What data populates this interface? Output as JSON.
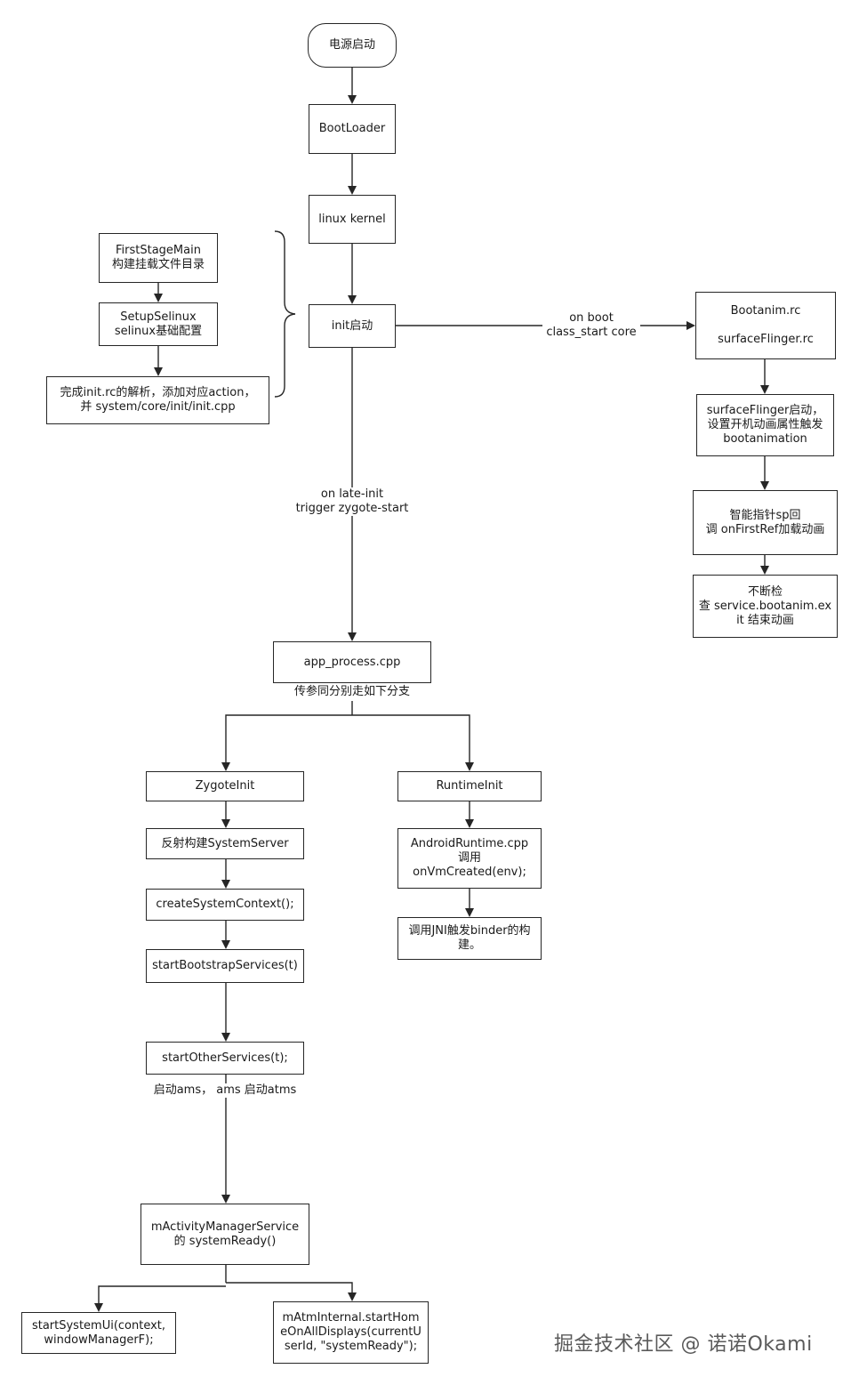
{
  "nodes": {
    "power_on": "电源启动",
    "bootloader": "BootLoader",
    "linux_kernel": "linux kernel",
    "init": "init启动",
    "first_stage": "FirstStageMain\n构建挂载文件目录",
    "setup_selinux": "SetupSelinux\nselinux基础配置",
    "parse_init_rc": "完成init.rc的解析，添加对应action，\n并 system/core/init/init.cpp",
    "bootanim_rc": "Bootanim.rc\n\nsurfaceFlinger.rc",
    "surfaceflinger_start": "surfaceFlinger启动，\n设置开机动画属性触发\nbootanimation",
    "smart_pointer": "智能指针sp回\n调 onFirstRef加载动画",
    "check_exit": "不断检\n查 service.bootanim.ex\nit 结束动画",
    "app_process": "app_process.cpp",
    "zygote_init": "ZygoteInit",
    "runtime_init": "RuntimeInit",
    "reflect_system_server": "反射构建SystemServer",
    "android_runtime": "AndroidRuntime.cpp\n调用\nonVmCreated(env);",
    "create_system_context": "createSystemContext();",
    "jni_binder": "调用JNI触发binder的构\n建。",
    "start_bootstrap": "startBootstrapServices(t)",
    "start_other": "startOtherServices(t);",
    "ams_system_ready": "mActivityManagerService\n的 systemReady()",
    "start_system_ui": "startSystemUi(context,\nwindowManagerF);",
    "start_home": "mAtmInternal.startHom\neOnAllDisplays(currentU\nserId, \"systemReady\");"
  },
  "edge_labels": {
    "on_boot": "on boot\nclass_start core",
    "late_init": "on late-init\ntrigger zygote-start",
    "branch_note": "传参同分别走如下分支",
    "ams_note": "启动ams，  ams 启动atms"
  },
  "watermark": "掘金技术社区 @ 诺诺Okami"
}
